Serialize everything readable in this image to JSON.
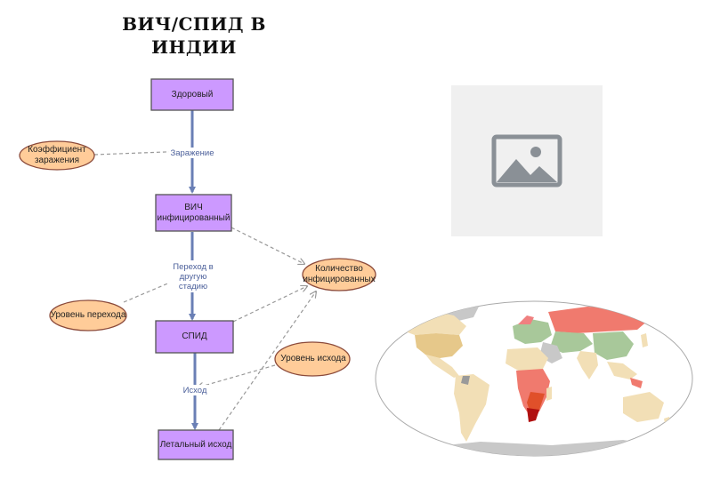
{
  "title": {
    "line1": "ВИЧ/СПИД В",
    "line2": "ИНДИИ"
  },
  "stocks": {
    "healthy": "Здоровый",
    "hiv": "ВИЧ инфицированный",
    "aids": "СПИД",
    "death": "Летальный исход"
  },
  "flows": {
    "infection": "Заражение",
    "transition": "Переход в другую стадию",
    "outcome": "Исход"
  },
  "variables": {
    "infection_rate": "Коэффициент заражения",
    "transition_rate": "Уровень перехода",
    "infected_count": "Количество инфицированных",
    "outcome_rate": "Уровень исхода"
  },
  "colors": {
    "stock_fill": "#cc99ff",
    "stock_border": "#555555",
    "oval_fill": "#ffcc99",
    "oval_border": "#8b4a3a",
    "flow_arrow": "#6a7fb5",
    "link": "#999999",
    "placeholder_icon": "#8a9096"
  },
  "icons": {
    "image_placeholder": "image-icon",
    "map": "world-map"
  }
}
